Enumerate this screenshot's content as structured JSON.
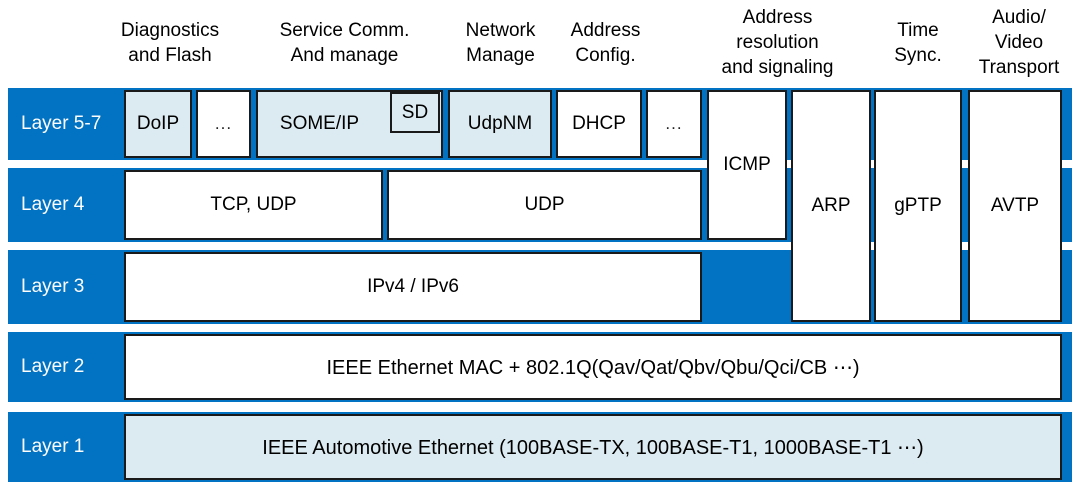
{
  "diagram": {
    "title": "Automotive Ethernet protocol stack layer diagram",
    "colors": {
      "layer_label_blue": "#0272c2",
      "tinted_fill": "#dcebf1",
      "plain_fill": "#ffffff",
      "border": "#1a1a1a",
      "label_text": "#ffffff",
      "body_text": "#000000"
    },
    "column_headers": [
      {
        "id": "diagnostics-and-flash",
        "label": "Diagnostics\nand Flash"
      },
      {
        "id": "service-comm-and-manage",
        "label": "Service Comm.\nAnd manage"
      },
      {
        "id": "network-manage",
        "label": "Network\nManage"
      },
      {
        "id": "address-config",
        "label": "Address\nConfig."
      },
      {
        "id": "address-resolution-signaling",
        "label": "Address\nresolution\nand signaling"
      },
      {
        "id": "time-sync",
        "label": "Time\nSync."
      },
      {
        "id": "audio-video-transport",
        "label": "Audio/\nVideo\nTransport"
      }
    ],
    "layers": [
      {
        "id": "layer-5-7",
        "label": "Layer 5-7"
      },
      {
        "id": "layer-4",
        "label": "Layer 4"
      },
      {
        "id": "layer-3",
        "label": "Layer 3"
      },
      {
        "id": "layer-2",
        "label": "Layer 2"
      },
      {
        "id": "layer-1",
        "label": "Layer 1"
      }
    ],
    "layer5_7_boxes": [
      {
        "id": "doip",
        "label": "DoIP",
        "fill": "tint"
      },
      {
        "id": "dots-1",
        "label": "...",
        "fill": "plain"
      },
      {
        "id": "some-ip",
        "label": "SOME/IP",
        "fill": "tint"
      },
      {
        "id": "sd",
        "label": "SD",
        "fill": "tint"
      },
      {
        "id": "udpnm",
        "label": "UdpNM",
        "fill": "tint"
      },
      {
        "id": "dhcp",
        "label": "DHCP",
        "fill": "plain"
      },
      {
        "id": "dots-2",
        "label": "...",
        "fill": "plain"
      }
    ],
    "layer4_boxes": [
      {
        "id": "tcp-udp",
        "label": "TCP, UDP"
      },
      {
        "id": "udp",
        "label": "UDP"
      }
    ],
    "layer3_boxes": [
      {
        "id": "ipv4-ipv6",
        "label": "IPv4 / IPv6"
      }
    ],
    "layer2_boxes": [
      {
        "id": "ieee-ethernet-mac",
        "label": "IEEE Ethernet MAC + 802.1Q(Qav/Qat/Qbv/Qbu/Qci/CB ⋯)"
      }
    ],
    "layer1_boxes": [
      {
        "id": "ieee-automotive-ethernet",
        "label": "IEEE Automotive Ethernet (100BASE-TX, 100BASE-T1, 1000BASE-T1 ⋯)"
      }
    ],
    "spanning_boxes": [
      {
        "id": "icmp",
        "label": "ICMP",
        "spans": "Layer 5-7 to Layer 4"
      },
      {
        "id": "arp",
        "label": "ARP",
        "spans": "Layer 5-7 to Layer 3"
      },
      {
        "id": "gptp",
        "label": "gPTP",
        "spans": "Layer 5-7 to Layer 3"
      },
      {
        "id": "avtp",
        "label": "AVTP",
        "spans": "Layer 5-7 to Layer 3"
      }
    ],
    "empty_spanning_boxes": [
      {
        "id": "blank-after-icmp"
      }
    ]
  }
}
